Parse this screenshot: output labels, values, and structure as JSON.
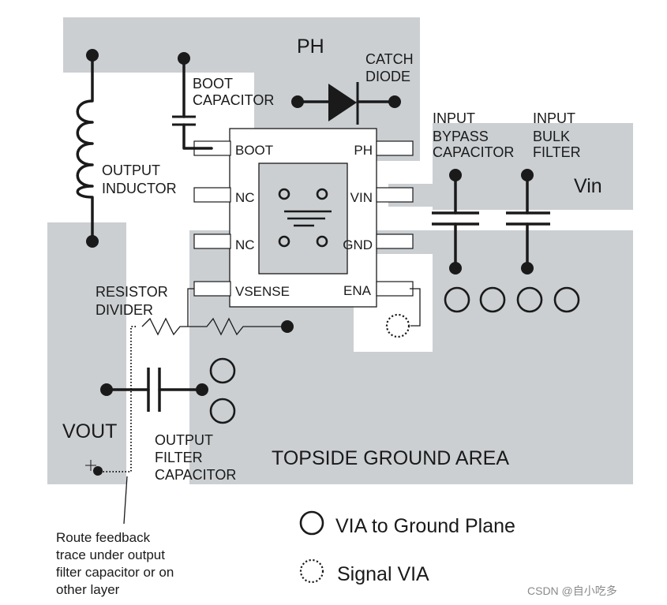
{
  "nets": {
    "ph": "PH",
    "vin": "Vin",
    "vout": "VOUT",
    "ground_area": "TOPSIDE GROUND AREA"
  },
  "components": {
    "catch_diode": [
      "CATCH",
      "DIODE"
    ],
    "boot_capacitor": [
      "BOOT",
      "CAPACITOR"
    ],
    "input_bypass_capacitor": [
      "INPUT",
      "BYPASS",
      "CAPACITOR"
    ],
    "input_bulk_filter": [
      "INPUT",
      "BULK",
      "FILTER"
    ],
    "output_inductor": [
      "OUTPUT",
      "INDUCTOR"
    ],
    "resistor_divider": [
      "RESISTOR",
      "DIVIDER"
    ],
    "output_filter_capacitor": [
      "OUTPUT",
      "FILTER",
      "CAPACITOR"
    ]
  },
  "ic_pins": {
    "left": [
      "BOOT",
      "NC",
      "NC",
      "VSENSE"
    ],
    "right": [
      "PH",
      "VIN",
      "GND",
      "ENA"
    ]
  },
  "legend": {
    "via_ground": "VIA to Ground Plane",
    "signal_via": "Signal VIA"
  },
  "note": [
    "Route feedback",
    "trace under output",
    "filter capacitor or on",
    "other layer"
  ],
  "watermark": "CSDN @自小吃多",
  "colors": {
    "copper": "#cbcfd2",
    "trace": "#1a1a1a",
    "background": "#ffffff"
  }
}
